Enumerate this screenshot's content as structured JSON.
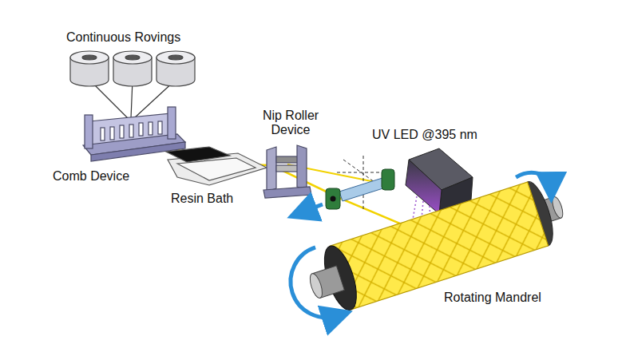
{
  "diagram": {
    "labels": [
      "Continuous Rovings",
      "Nip Roller Device",
      "UV LED @395 nm",
      "Comb Device",
      "Resin Bath",
      "Rotating Mandrel"
    ]
  }
}
